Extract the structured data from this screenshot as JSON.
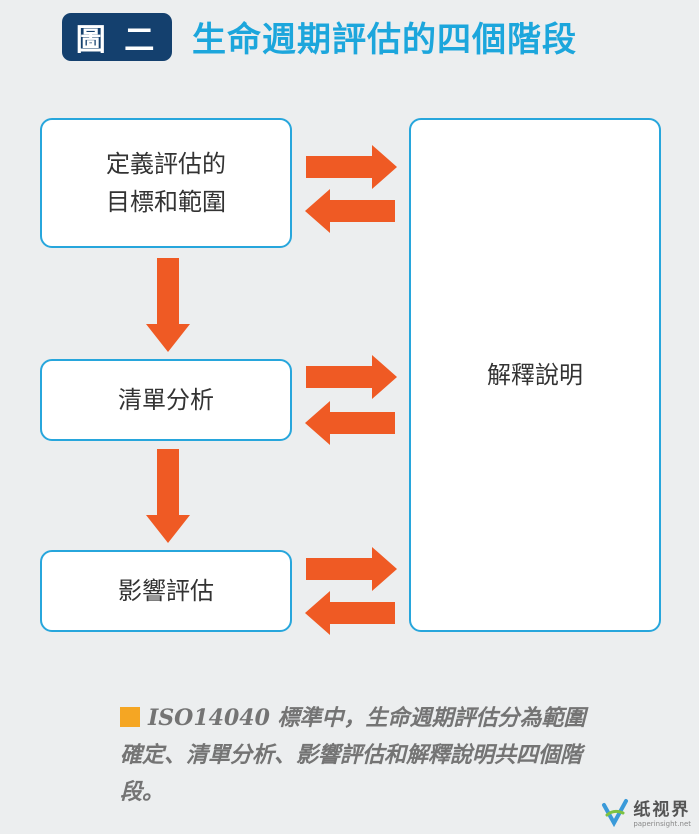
{
  "header": {
    "badge": "圖 二",
    "title": "生命週期評估的四個階段"
  },
  "boxes": {
    "goal_scope": {
      "line1": "定義評估的",
      "line2": "目標和範圍"
    },
    "inventory": {
      "label": "清單分析"
    },
    "impact": {
      "label": "影響評估"
    },
    "interpretation": {
      "label": "解釋說明"
    }
  },
  "caption": {
    "text": "ISO14040 標準中，生命週期評估分為範圍確定、清單分析、影響評估和解釋說明共四個階段。"
  },
  "watermark": {
    "name": "纸视界",
    "url": "paperinsight.net"
  },
  "colors": {
    "badge_bg": "#14406e",
    "title": "#1ca6dc",
    "box_border": "#27a6dc",
    "arrow": "#ef5a24",
    "caption_square": "#f5a623",
    "caption_text": "#747474"
  }
}
